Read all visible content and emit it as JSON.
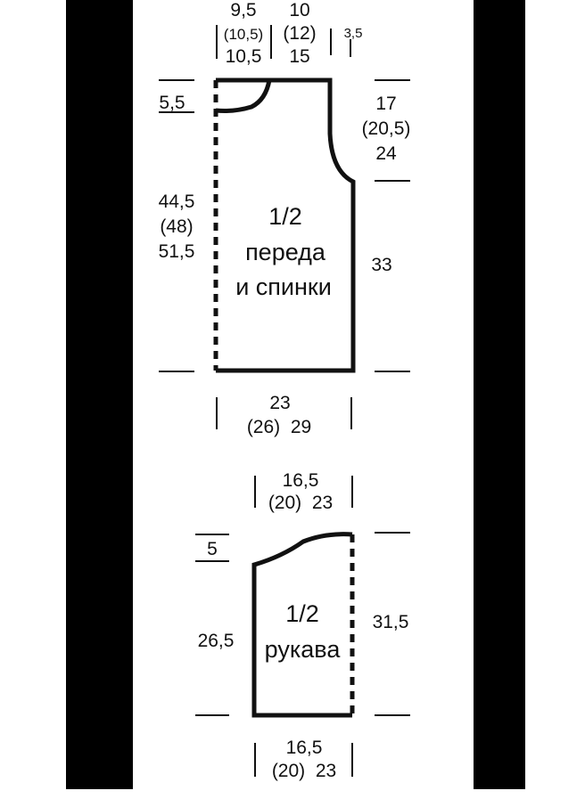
{
  "colors": {
    "ink": "#111111",
    "bars": "#000000",
    "paper": "#ffffff"
  },
  "front_back": {
    "top_neck": [
      "9,5",
      "(10,5)",
      "10,5"
    ],
    "top_shoulder": [
      "10",
      "(12)",
      "15"
    ],
    "top_edge": "3,5",
    "neck_depth": "5,5",
    "armhole": [
      "17",
      "(20,5)",
      "24"
    ],
    "side_length": [
      "44,5",
      "(48)",
      "51,5"
    ],
    "side_lower": "33",
    "label": [
      "1/2",
      "переда",
      "и спинки"
    ],
    "bottom_width": [
      "23",
      "(26)  29"
    ]
  },
  "sleeve": {
    "top_width": [
      "16,5",
      "(20)  23"
    ],
    "cap_height": "5",
    "left_height": "26,5",
    "right_height": "31,5",
    "label": [
      "1/2",
      "рукава"
    ],
    "bottom_width": [
      "16,5",
      "(20)  23"
    ]
  }
}
